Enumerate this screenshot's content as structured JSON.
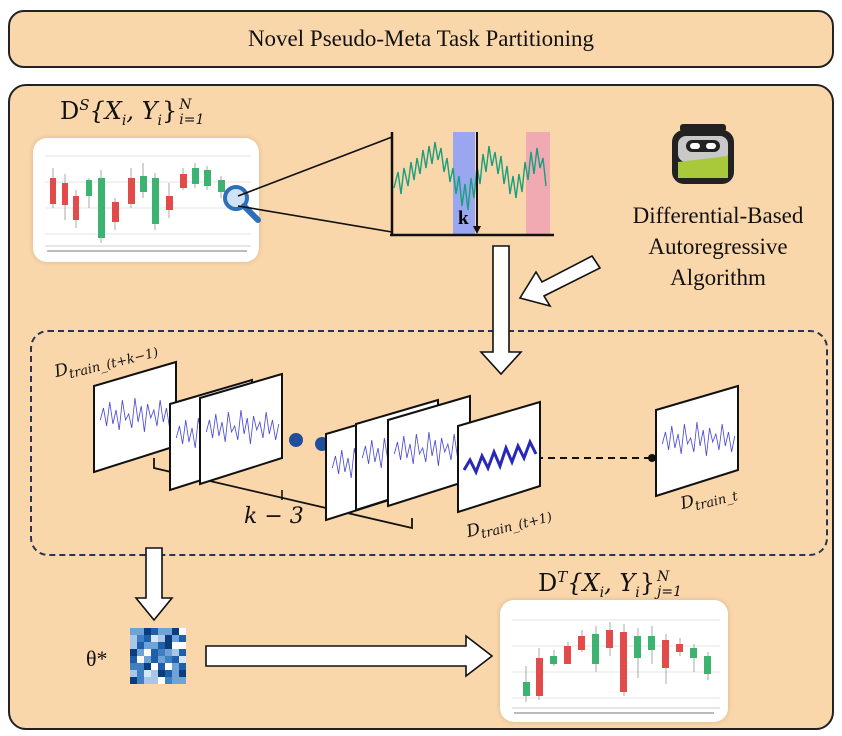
{
  "title": "Novel Pseudo-Meta Task Partitioning",
  "source_label": {
    "base": "D",
    "sup": "S",
    "body": "{X",
    "sub_i": "i",
    "comma": ", Y",
    "sub_i2": "i",
    "close": "}",
    "range_sub": "i=1",
    "range_sup": "N"
  },
  "target_label": {
    "base": "D",
    "sup": "T",
    "body": "{X",
    "sub_i": "i",
    "comma": ", Y",
    "sub_i2": "i",
    "close": "}",
    "range_sub": "j=1",
    "range_sup": "N"
  },
  "window_label": "k",
  "algorithm_label": [
    "Differential-Based",
    "Autoregressive",
    "Algorithm"
  ],
  "train_labels": {
    "first": "D",
    "first_sub": "train_(t+k−1)",
    "next": "D",
    "next_sub": "train_(t+1)",
    "last": "D",
    "last_sub": "train_t"
  },
  "gap_label": "k − 3",
  "theta_label": "θ*",
  "icons": [
    "magnifier-icon",
    "robot-icon",
    "weights-heatmap-icon"
  ],
  "colors": {
    "background": "#fad7aa",
    "up_candle": "#3cb371",
    "down_candle": "#e34a4a",
    "series": "#1a9e7e",
    "highlight_blue": "#9aa7f0",
    "highlight_red": "#f2aab2",
    "frame_line": "#4a4ad8"
  }
}
